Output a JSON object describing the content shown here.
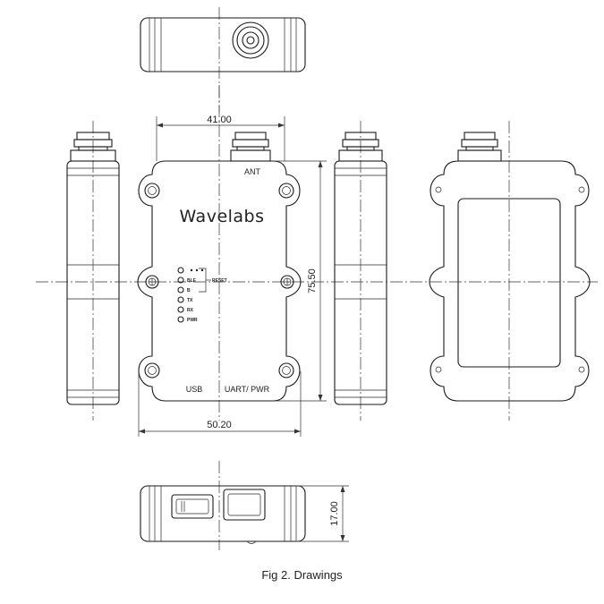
{
  "caption": "Fig 2. Drawings",
  "device": {
    "brand": "Wavelabs",
    "connector_labels": {
      "antenna": "ANT",
      "usb": "USB",
      "uart_pwr": "UART/ PWR"
    },
    "leds": [
      "",
      "BLE",
      "B",
      "TX",
      "RX",
      "PWR"
    ],
    "reset_label": "RESET"
  },
  "dimensions": {
    "width_top": "41.00",
    "width_bottom": "50.20",
    "height": "75.50",
    "thickness": "17.00"
  }
}
